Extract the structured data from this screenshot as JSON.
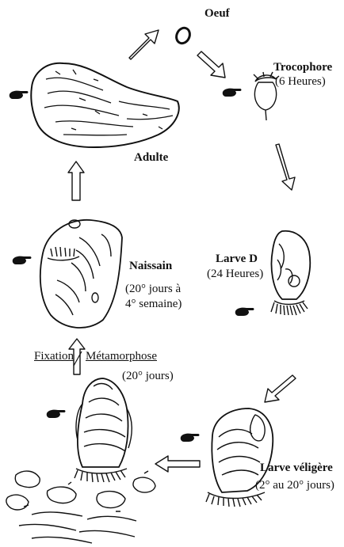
{
  "stages": {
    "oeuf": {
      "label": "Oeuf"
    },
    "trocophore": {
      "label": "Trocophore",
      "time": "(6 Heures)"
    },
    "larve_d": {
      "label": "Larve D",
      "time": "(24 Heures)"
    },
    "larve_veligere": {
      "label": "Larve véligère",
      "time": "(2° au 20° jours)"
    },
    "fixation": {
      "label_left": "Fixation",
      "label_right": "Métamorphose",
      "time": "(20° jours)"
    },
    "naissain": {
      "label": "Naissain",
      "time_line1": "(20° jours à",
      "time_line2": "4° semaine)"
    },
    "adulte": {
      "label": "Adulte"
    }
  },
  "icons": [
    "pointing-hand-icon",
    "arrow-icon"
  ],
  "colors": {
    "ink": "#111111",
    "background": "#ffffff"
  }
}
